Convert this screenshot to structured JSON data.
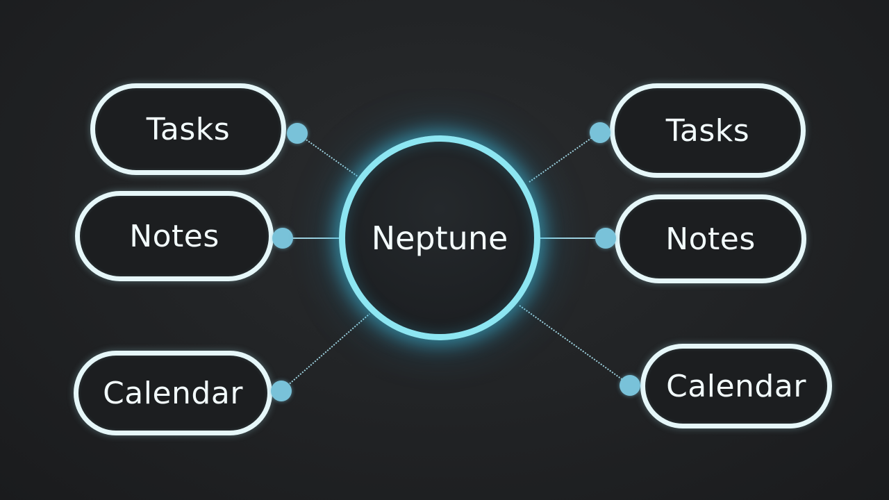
{
  "hub": {
    "label": "Neptune"
  },
  "left_nodes": [
    {
      "label": "Tasks"
    },
    {
      "label": "Notes"
    },
    {
      "label": "Calendar"
    }
  ],
  "right_nodes": [
    {
      "label": "Tasks"
    },
    {
      "label": "Notes"
    },
    {
      "label": "Calendar"
    }
  ],
  "colors": {
    "background": "#222426",
    "node_border": "#e6f7f9",
    "hub_glow": "#40c4e6",
    "connector": "#9fd3e0",
    "dot": "#79c2d9"
  }
}
